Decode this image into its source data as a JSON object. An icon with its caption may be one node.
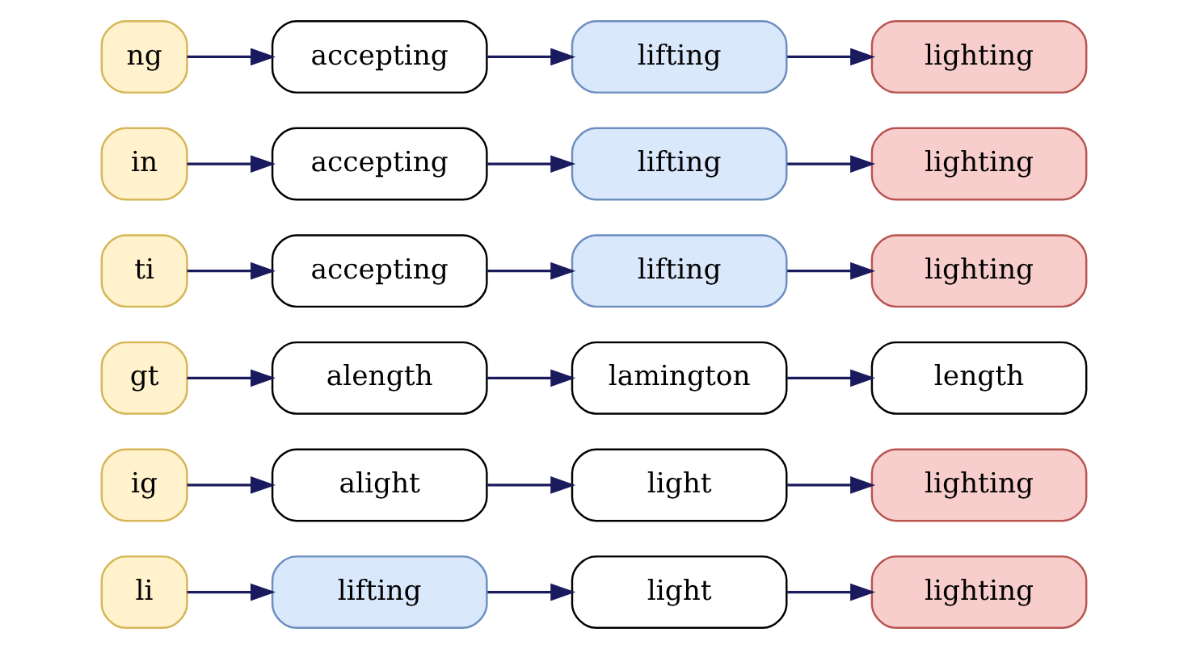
{
  "diagram": {
    "nodes": [
      {
        "text": [
          "li"
        ]
      },
      {
        "text": [
          "lifting"
        ]
      },
      {
        "text": [
          "light"
        ]
      },
      {
        "text": [
          "lighting"
        ]
      },
      {
        "text": [
          "ig"
        ]
      },
      {
        "text": [
          "alight"
        ]
      },
      {
        "text": [
          "light"
        ]
      },
      {
        "text": [
          "lighting"
        ]
      },
      {
        "text": [
          "gt"
        ]
      },
      {
        "text": [
          "alength"
        ]
      },
      {
        "text": [
          "lamington"
        ]
      },
      {
        "text": [
          "length"
        ]
      },
      {
        "text": [
          "ti"
        ]
      },
      {
        "text": [
          "accepting"
        ]
      },
      {
        "text": [
          "lifting"
        ]
      },
      {
        "text": [
          "lighting"
        ]
      },
      {
        "text": [
          "in"
        ]
      },
      {
        "text": [
          "accepting"
        ]
      },
      {
        "text": [
          "lifting"
        ]
      },
      {
        "text": [
          "lighting"
        ]
      },
      {
        "text": [
          "ng"
        ]
      },
      {
        "text": [
          "accepting"
        ]
      },
      {
        "text": [
          "lifting"
        ]
      },
      {
        "text": [
          "lighting"
        ]
      }
    ],
    "edges": [
      {
        "from": 0,
        "to": 1,
        "arrow": "to"
      },
      {
        "from": 1,
        "to": 2,
        "arrow": "to"
      },
      {
        "from": 2,
        "to": 3,
        "arrow": "to"
      },
      {
        "from": 4,
        "to": 5,
        "arrow": "to"
      },
      {
        "from": 5,
        "to": 6,
        "arrow": "to"
      },
      {
        "from": 6,
        "to": 7,
        "arrow": "to"
      },
      {
        "from": 8,
        "to": 9,
        "arrow": "to"
      },
      {
        "from": 9,
        "to": 10,
        "arrow": "to"
      },
      {
        "from": 10,
        "to": 11,
        "arrow": "to"
      },
      {
        "from": 12,
        "to": 13,
        "arrow": "to"
      },
      {
        "from": 13,
        "to": 14,
        "arrow": "to"
      },
      {
        "from": 14,
        "to": 15,
        "arrow": "to"
      },
      {
        "from": 16,
        "to": 17,
        "arrow": "to"
      },
      {
        "from": 17,
        "to": 18,
        "arrow": "to"
      },
      {
        "from": 18,
        "to": 19,
        "arrow": "to"
      },
      {
        "from": 20,
        "to": 21,
        "arrow": "to"
      },
      {
        "from": 21,
        "to": 22,
        "arrow": "to"
      },
      {
        "from": 22,
        "to": 23,
        "arrow": "to"
      }
    ]
  }
}
